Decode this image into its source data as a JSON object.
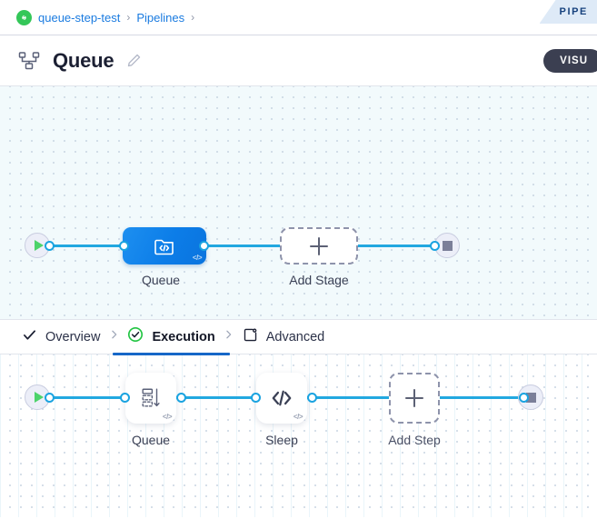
{
  "corner_tab": {
    "label": "PIPE"
  },
  "breadcrumb": {
    "project_icon": "pipeline-badge-icon",
    "items": [
      {
        "label": "queue-step-test"
      },
      {
        "label": "Pipelines"
      }
    ],
    "separator": "›"
  },
  "header": {
    "icon": "pipeline-hierarchy-icon",
    "title": "Queue",
    "edit_icon": "pencil-icon",
    "visual_button": "VISU"
  },
  "tabs": {
    "separator": "›",
    "items": [
      {
        "label": "Overview",
        "icon": "check-icon",
        "active": false
      },
      {
        "label": "Execution",
        "icon": "check-circle-icon",
        "active": true
      },
      {
        "label": "Advanced",
        "icon": "advanced-gear-box-icon",
        "active": false
      }
    ]
  },
  "stage_graph": {
    "start_node": "start-node",
    "end_node": "end-node",
    "nodes": [
      {
        "label": "Queue",
        "type": "stage",
        "icon": "template-code-icon",
        "badge": "</>"
      },
      {
        "label": "Add Stage",
        "type": "add",
        "icon": "plus-icon"
      }
    ]
  },
  "step_graph": {
    "start_node": "start-node",
    "end_node": "end-node",
    "nodes": [
      {
        "label": "Queue",
        "type": "step",
        "icon": "queue-list-arrow-icon",
        "badge": "</>"
      },
      {
        "label": "Sleep",
        "type": "step",
        "icon": "code-brackets-icon",
        "badge": "</>"
      },
      {
        "label": "Add Step",
        "type": "add",
        "icon": "plus-icon"
      }
    ]
  },
  "colors": {
    "accent_blue": "#1667c8",
    "edge_blue": "#22a8e0",
    "node_blue": "#0c7de8",
    "success_green": "#34c759",
    "link_blue": "#1a7be0",
    "dark_button": "#3b3f51"
  }
}
